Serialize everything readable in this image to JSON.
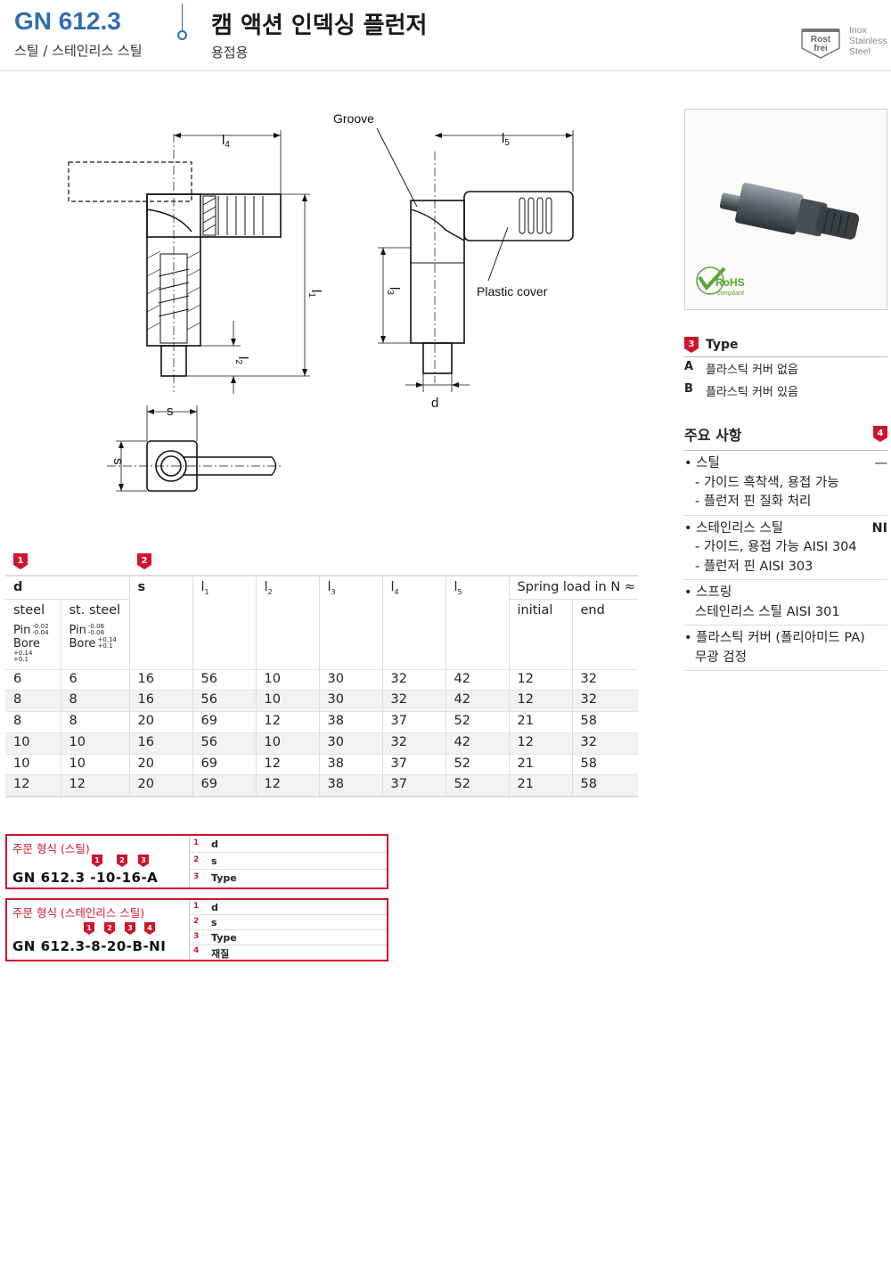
{
  "header": {
    "code": "GN 612.3",
    "material": "스틸 / 스테인리스 스틸",
    "title": "캠 액션 인덱싱 플런저",
    "subtitle": "용접용",
    "badge_line1": "Rost",
    "badge_line2": "frei",
    "inox": [
      "Inox",
      "Stainless",
      "Steel"
    ]
  },
  "drawing": {
    "labels": {
      "groove": "Groove",
      "plastic_cover": "Plastic cover",
      "l1": "l1",
      "l2": "l2",
      "l3": "l3",
      "l4": "l4",
      "l5": "l5",
      "s": "s",
      "d": "d"
    }
  },
  "photo": {
    "rohs": "RoHS",
    "rohs_sub": "compliant"
  },
  "type_section": {
    "marker": "3",
    "title": "Type",
    "rows": [
      {
        "key": "A",
        "text": "플라스틱 커버 없음"
      },
      {
        "key": "B",
        "text": "플라스틱 커버 있음"
      }
    ]
  },
  "features": {
    "marker": "4",
    "title": "주요 사항",
    "items": [
      {
        "bullet": "• 스틸",
        "code": "—",
        "subs": [
          "- 가이드 흑착색, 용접 가능",
          "- 플런저 핀 질화 처리"
        ]
      },
      {
        "bullet": "• 스테인리스 스틸",
        "code": "NI",
        "subs": [
          "- 가이드, 용접 가능 AISI 304",
          "- 플런저 핀 AISI 303"
        ]
      },
      {
        "bullet": "• 스프링",
        "code": "",
        "subs": [
          "스테인리스 스틸 AISI 301"
        ]
      },
      {
        "bullet": "• 플라스틱 커버 (폴리아미드 PA)",
        "code": "",
        "subs": [
          "무광 검정"
        ]
      }
    ]
  },
  "table": {
    "markers": {
      "d": "1",
      "s": "2"
    },
    "headers": {
      "d": "d",
      "s": "s",
      "l": "l",
      "l1_sub": "1",
      "l2_sub": "2",
      "l3_sub": "3",
      "l4_sub": "4",
      "l5_sub": "5",
      "spring": "Spring load in N ≈",
      "steel": "steel",
      "st_steel": "st. steel",
      "initial": "initial",
      "end": "end",
      "pin": "Pin",
      "bore": "Bore",
      "steel_pin_tol": [
        "-0.02",
        "-0.04"
      ],
      "steel_bore_tol": [
        "+0.14",
        "+0.1"
      ],
      "st_pin_tol": [
        "-0.06",
        "-0.08"
      ],
      "st_bore_tol": [
        "+0.14",
        "+0.1"
      ]
    },
    "rows": [
      [
        "6",
        "6",
        "16",
        "56",
        "10",
        "30",
        "32",
        "42",
        "12",
        "32"
      ],
      [
        "8",
        "8",
        "16",
        "56",
        "10",
        "30",
        "32",
        "42",
        "12",
        "32"
      ],
      [
        "8",
        "8",
        "20",
        "69",
        "12",
        "38",
        "37",
        "52",
        "21",
        "58"
      ],
      [
        "10",
        "10",
        "16",
        "56",
        "10",
        "30",
        "32",
        "42",
        "12",
        "32"
      ],
      [
        "10",
        "10",
        "20",
        "69",
        "12",
        "38",
        "37",
        "52",
        "21",
        "58"
      ],
      [
        "12",
        "12",
        "20",
        "69",
        "12",
        "38",
        "37",
        "52",
        "21",
        "58"
      ]
    ]
  },
  "order_steel": {
    "title": "주문 형식 (스틸)",
    "code": "GN 612.3 -10-16-A",
    "markers": [
      "1",
      "2",
      "3"
    ],
    "rows": [
      {
        "n": "1",
        "t": "d"
      },
      {
        "n": "2",
        "t": "s"
      },
      {
        "n": "3",
        "t": "Type"
      }
    ]
  },
  "order_stainless": {
    "title": "주문 형식 (스테인리스 스틸)",
    "code": "GN 612.3-8-20-B-NI",
    "markers": [
      "1",
      "2",
      "3",
      "4"
    ],
    "rows": [
      {
        "n": "1",
        "t": "d"
      },
      {
        "n": "2",
        "t": "s"
      },
      {
        "n": "3",
        "t": "Type"
      },
      {
        "n": "4",
        "t": "재질"
      }
    ]
  },
  "colors": {
    "brand_blue": "#2f6fb0",
    "marker_red": "#d0142c"
  }
}
